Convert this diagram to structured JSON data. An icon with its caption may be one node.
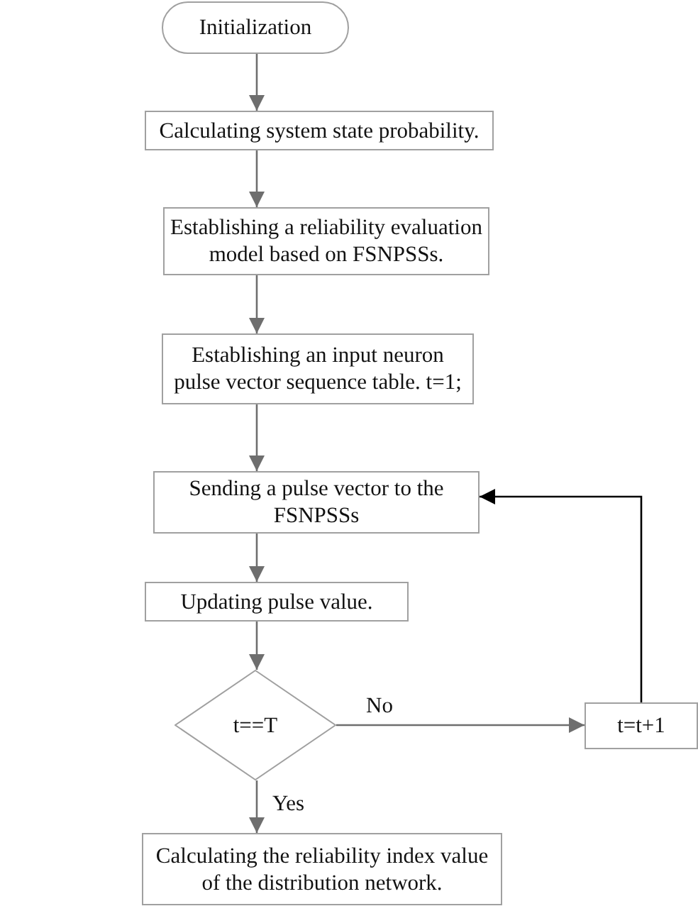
{
  "diagram": {
    "nodes": [
      {
        "text": [
          "Initialization"
        ]
      },
      {
        "text": [
          "Calculating system state probability."
        ]
      },
      {
        "text": [
          "Establishing a reliability evaluation model based on FSNPSSs."
        ]
      },
      {
        "text": [
          "Establishing an input neuron pulse vector sequence table. t=1;"
        ]
      },
      {
        "text": [
          "Sending a pulse vector to the FSNPSSs"
        ]
      },
      {
        "text": [
          "Updating  pulse value."
        ]
      },
      {
        "text": [
          "t==T"
        ]
      },
      {
        "text": [
          "t=t+1"
        ]
      },
      {
        "text": [
          "Calculating the reliability index value of the distribution network."
        ]
      }
    ],
    "edges": [
      {
        "from": 0,
        "to": 1,
        "arrow": "to"
      },
      {
        "from": 1,
        "to": 2,
        "arrow": "to"
      },
      {
        "from": 2,
        "to": 3,
        "arrow": "to"
      },
      {
        "from": 3,
        "to": 4,
        "arrow": "to"
      },
      {
        "from": 4,
        "to": 5,
        "arrow": "to"
      },
      {
        "from": 5,
        "to": 6,
        "arrow": "to"
      },
      {
        "from": 6,
        "to": 7,
        "arrow": "to",
        "label": "No"
      },
      {
        "from": 7,
        "to": 4,
        "arrow": "to",
        "color": "#000000"
      },
      {
        "from": 6,
        "to": 8,
        "arrow": "to",
        "label": "Yes"
      }
    ]
  }
}
